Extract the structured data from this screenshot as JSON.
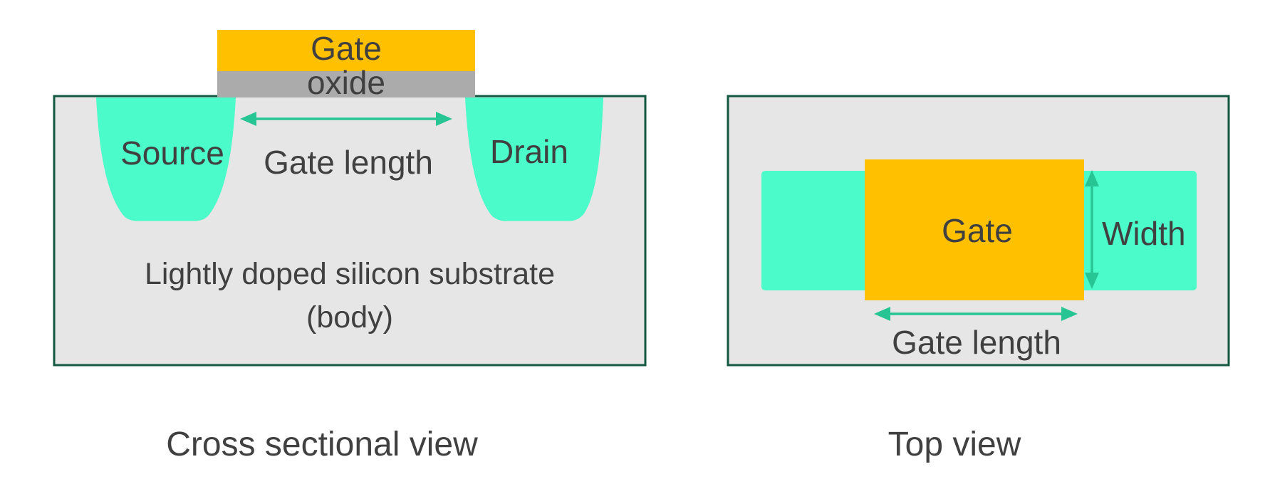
{
  "colors": {
    "gate": "#ffc000",
    "oxide_layer": "#ababab",
    "source_drain_diffusion": "#4bfbc9",
    "substrate_fill": "#e6e6e6",
    "box_border": "#12573f",
    "dimension_arrow": "#27c593",
    "text": "#404040",
    "background": "#ffffff"
  },
  "cross_section": {
    "caption": "Cross sectional view",
    "labels": {
      "gate": "Gate",
      "oxide": "oxide",
      "source": "Source",
      "drain": "Drain",
      "gate_length": "Gate length",
      "substrate_line1": "Lightly doped silicon substrate",
      "substrate_line2": "(body)"
    }
  },
  "top_view": {
    "caption": "Top view",
    "labels": {
      "gate": "Gate",
      "width": "Width",
      "gate_length": "Gate length"
    }
  }
}
